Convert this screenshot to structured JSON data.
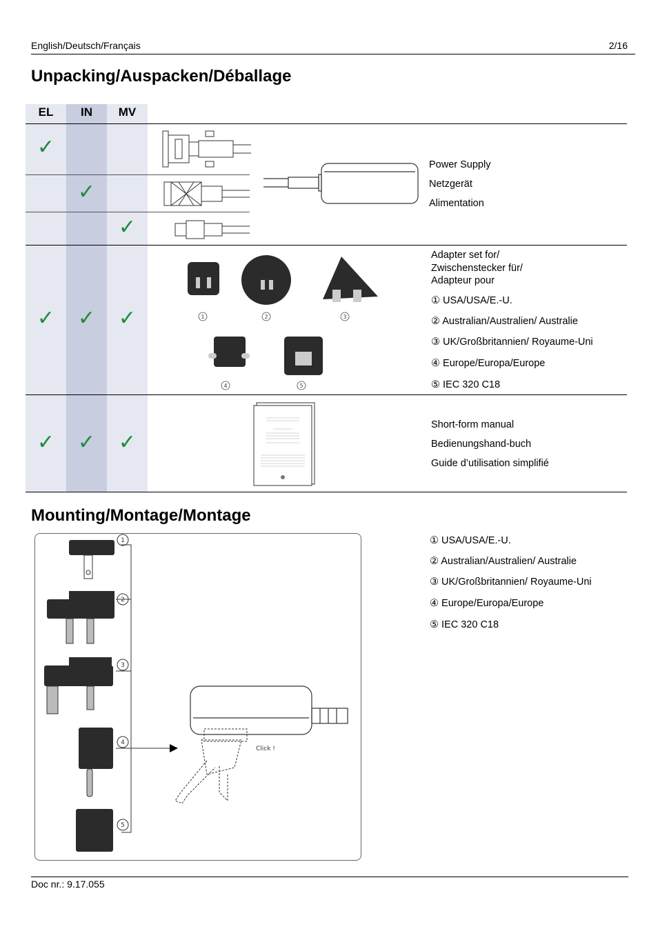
{
  "header": {
    "languages": "English/Deutsch/Français",
    "page": "2/16"
  },
  "unpacking": {
    "title": "Unpacking/Auspacken/Déballage",
    "columns": [
      "EL",
      "IN",
      "MV"
    ],
    "check": "✓",
    "power_supply": [
      "Power Supply",
      "Netzgerät",
      "Alimentation"
    ],
    "adapter_intro": [
      "Adapter set for/",
      "Zwischenstecker für/",
      "Adapteur pour"
    ],
    "adapters": [
      {
        "num": "①",
        "label": "USA/USA/E.-U."
      },
      {
        "num": "②",
        "label": "Australian/Australien/ Australie"
      },
      {
        "num": "③",
        "label": "UK/Großbritannien/ Royaume-Uni"
      },
      {
        "num": "④",
        "label": "Europe/Europa/Europe"
      },
      {
        "num": "⑤",
        "label": "IEC 320 C18"
      }
    ],
    "adapter_figure_nums": [
      "1",
      "2",
      "3",
      "4",
      "5"
    ],
    "manual": [
      "Short-form manual",
      "Bedienungshand-buch",
      "Guide d’utilisation simplifié"
    ]
  },
  "mounting": {
    "title": "Mounting/Montage/Montage",
    "click_label": "Click !",
    "items": [
      {
        "num": "①",
        "label": "USA/USA/E.-U."
      },
      {
        "num": "②",
        "label": "Australian/Australien/ Australie"
      },
      {
        "num": "③",
        "label": "UK/Großbritannien/ Royaume-Uni"
      },
      {
        "num": "④",
        "label": "Europe/Europa/Europe"
      },
      {
        "num": "⑤",
        "label": "IEC 320 C18"
      }
    ],
    "figure_nums": [
      "1",
      "2",
      "3",
      "4",
      "5"
    ]
  },
  "footer": {
    "doc_nr": "Doc nr.: 9.17.055"
  }
}
